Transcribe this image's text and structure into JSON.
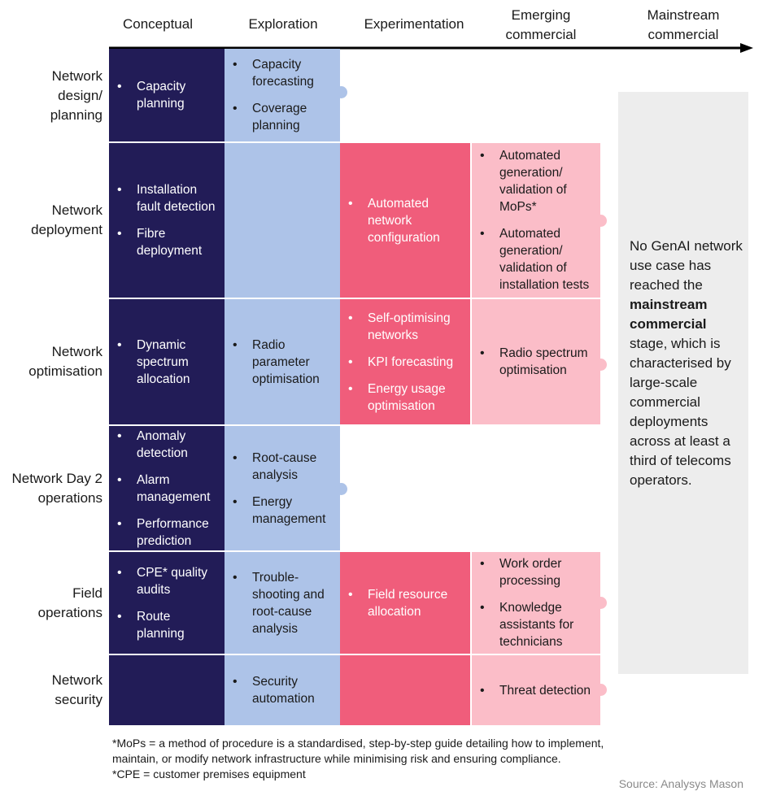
{
  "stages": [
    "Conceptual",
    "Exploration",
    "Experimentation",
    "Emerging commercial",
    "Mainstream commercial"
  ],
  "rows": [
    {
      "label": "Network design/ planning",
      "conceptual": [
        "Capacity planning"
      ],
      "exploration": [
        "Capacity forecasting",
        "Coverage planning"
      ],
      "experimentation": [],
      "emerging": []
    },
    {
      "label": "Network deployment",
      "conceptual": [
        "Installation fault detection",
        "Fibre deployment"
      ],
      "exploration": [],
      "experimentation": [
        "Automated network configuration"
      ],
      "emerging": [
        "Automated generation/ validation of MoPs*",
        "Automated generation/ validation of installation tests"
      ]
    },
    {
      "label": "Network optimisation",
      "conceptual": [
        "Dynamic spectrum allocation"
      ],
      "exploration": [
        "Radio parameter optimisation"
      ],
      "experimentation": [
        "Self-optimising networks",
        "KPI forecasting",
        "Energy usage optimisation"
      ],
      "emerging": [
        "Radio spectrum optimisation"
      ]
    },
    {
      "label": "Network Day 2 operations",
      "conceptual": [
        "Anomaly detection",
        "Alarm management",
        "Performance prediction"
      ],
      "exploration": [
        "Root-cause analysis",
        "Energy management"
      ],
      "experimentation": [],
      "emerging": []
    },
    {
      "label": "Field operations",
      "conceptual": [
        "CPE* quality audits",
        "Route planning"
      ],
      "exploration": [
        "Trouble-shooting and root-cause analysis"
      ],
      "experimentation": [
        "Field resource allocation"
      ],
      "emerging": [
        "Work order processing",
        "Knowledge assistants for technicians"
      ]
    },
    {
      "label": "Network security",
      "conceptual": [],
      "exploration": [
        "Security automation"
      ],
      "experimentation": [],
      "emerging": [
        "Threat detection"
      ]
    }
  ],
  "mainstream_box": {
    "text_before": "No GenAI network use case has reached the ",
    "text_bold": "mainstream commercial",
    "text_after": " stage, which is characterised by large-scale commercial deployments across at least a third of telecoms operators."
  },
  "footnotes": [
    "*MoPs = a method of procedure is a standardised, step-by-step guide detailing how to implement, maintain, or modify network infrastructure while minimising risk and ensuring compliance.",
    "*CPE = customer premises equipment"
  ],
  "source": "Source: Analysys Mason",
  "colors": {
    "conceptual": "#221c57",
    "exploration": "#adc3e8",
    "experimentation": "#f05d7b",
    "emerging": "#fbbdc8",
    "mainstream_box": "#ededed"
  }
}
